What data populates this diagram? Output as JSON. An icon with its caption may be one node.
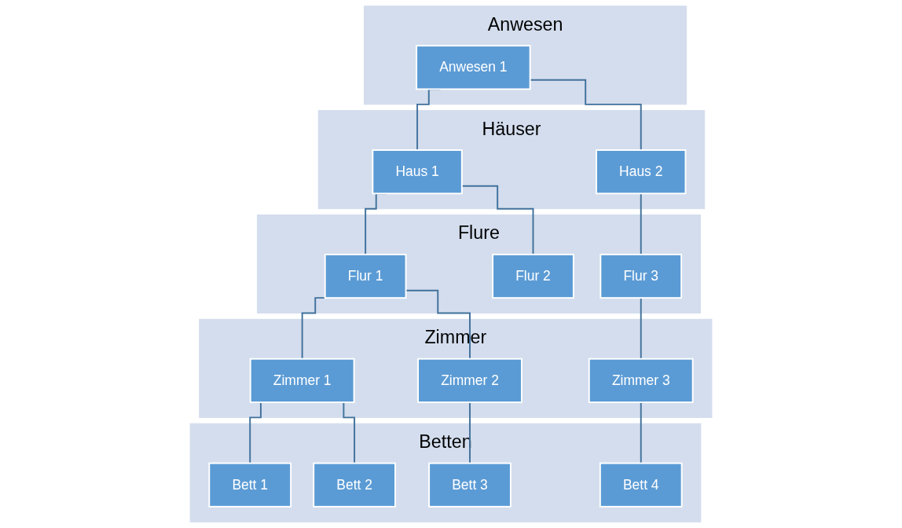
{
  "diagram": {
    "nodes": [
      {
        "text": [
          "Anwesen"
        ]
      },
      {
        "text": [
          "Anwesen 1"
        ],
        "in": 0
      },
      {
        "text": [
          "Häuser"
        ]
      },
      {
        "text": [
          "Haus 1"
        ],
        "in": 2
      },
      {
        "text": [
          "Haus 2"
        ],
        "in": 2
      },
      {
        "text": [
          "Flure"
        ]
      },
      {
        "text": [
          "Flur 1"
        ],
        "in": 5
      },
      {
        "text": [
          "Flur 2"
        ],
        "in": 5
      },
      {
        "text": [
          "Flur 3"
        ],
        "in": 5
      },
      {
        "text": [
          "Zimmer"
        ]
      },
      {
        "text": [
          "Zimmer 1"
        ],
        "in": 9
      },
      {
        "text": [
          "Zimmer 2"
        ],
        "in": 9
      },
      {
        "text": [
          "Zimmer 3"
        ],
        "in": 9
      },
      {
        "text": [
          "Betten"
        ]
      },
      {
        "text": [
          "Bett 1"
        ],
        "in": 13
      },
      {
        "text": [
          "Bett 2"
        ],
        "in": 13
      },
      {
        "text": [
          "Bett 3"
        ],
        "in": 13
      },
      {
        "text": [
          "Bett 4"
        ],
        "in": 13
      }
    ],
    "edges": [
      {
        "from": 1,
        "to": 3,
        "arrow": "none"
      },
      {
        "from": 1,
        "to": 4,
        "arrow": "none"
      },
      {
        "from": 3,
        "to": 6,
        "arrow": "none"
      },
      {
        "from": 3,
        "to": 7,
        "arrow": "none"
      },
      {
        "from": 4,
        "to": 8,
        "arrow": "none"
      },
      {
        "from": 6,
        "to": 10,
        "arrow": "none"
      },
      {
        "from": 6,
        "to": 11,
        "arrow": "none"
      },
      {
        "from": 8,
        "to": 12,
        "arrow": "none"
      },
      {
        "from": 10,
        "to": 14,
        "arrow": "none"
      },
      {
        "from": 10,
        "to": 15,
        "arrow": "none"
      },
      {
        "from": 11,
        "to": 16,
        "arrow": "none"
      },
      {
        "from": 12,
        "to": 17,
        "arrow": "none"
      }
    ]
  }
}
